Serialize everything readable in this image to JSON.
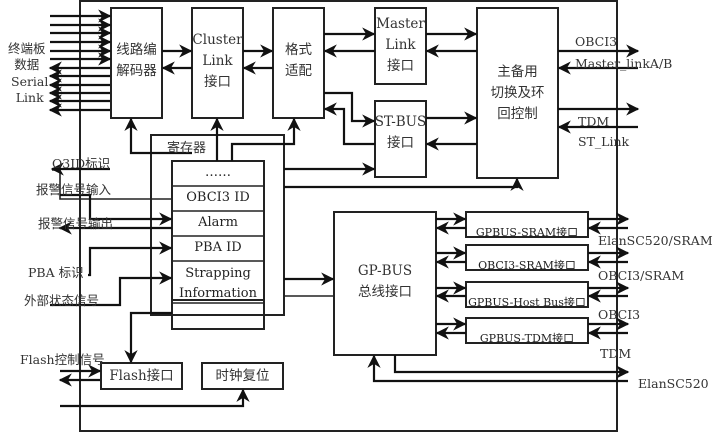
{
  "diagram": {
    "blocks": {
      "line_codec": "线路编\n解码器",
      "cluster_link": "Cluster\nLink\n接口",
      "format_adapt": "格式\n适配",
      "master_link": "Master\nLink\n接口",
      "st_bus": "ST-BUS\n接口",
      "switch_ctrl": "主备用\n切换及环\n回控制",
      "gp_bus": "GP-BUS\n总线接口",
      "flash_if": "Flash接口",
      "clock_reset": "时钟复位"
    },
    "register": {
      "title": "寄存器",
      "cells": [
        "……",
        "OBCI3 ID",
        "Alarm",
        "PBA ID",
        "Strapping\nInformation",
        "……"
      ]
    },
    "gpbus_ifs": [
      "GPBUS-SRAM接口",
      "OBCI3-SRAM接口",
      "GPBUS-Host Bus接口",
      "GPBUS-TDM接口"
    ],
    "left_labels": {
      "terminal": "终端板\n数据",
      "serial": "Serial\nLink",
      "o3id": "O3ID标识",
      "alarm_in": "报警信号输入",
      "alarm_out": "报警信号输出",
      "pba": "PBA 标识",
      "ext_status": "外部状态信号",
      "flash_ctrl": "Flash控制信号"
    },
    "right_labels": {
      "obci3_top": "OBCI3",
      "master_linkab": "Master_linkA/B",
      "tdm_top": "TDM",
      "st_link": "ST_Link",
      "elan_sram": "ElanSC520/SRAM",
      "obci3_sram": "OBCI3/SRAM",
      "obci3": "OBCI3",
      "tdm": "TDM",
      "elansc520": "ElanSC520"
    }
  }
}
